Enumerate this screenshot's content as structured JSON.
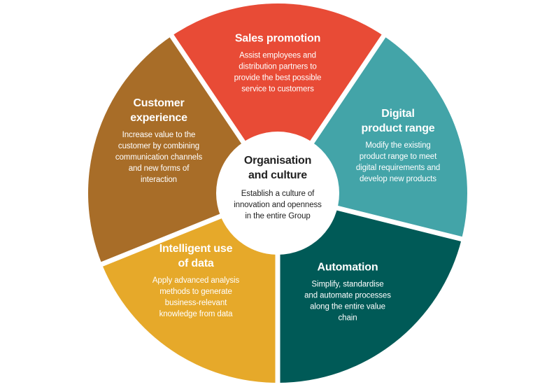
{
  "colors": {
    "sales": "#e84b36",
    "digital": "#43a4a8",
    "automation": "#005a57",
    "data": "#e6a92a",
    "customer": "#a86d28",
    "center": "#ffffff",
    "separator": "#ffffff"
  },
  "center": {
    "title": "Organisation\nand culture",
    "desc": "Establish a culture of\ninnovation and openness\nin the entire Group"
  },
  "segments": [
    {
      "key": "sales",
      "title": "Sales promotion",
      "desc": "Assist employees and\ndistribution partners to\nprovide the best possible\nservice to customers"
    },
    {
      "key": "digital",
      "title": "Digital\nproduct range",
      "desc": "Modify the existing\nproduct range to meet\ndigital requirements and\ndevelop new products"
    },
    {
      "key": "automation",
      "title": "Automation",
      "desc": "Simplify, standardise\nand automate processes\nalong the entire value\nchain"
    },
    {
      "key": "data",
      "title": "Intelligent use\nof data",
      "desc": "Apply advanced analysis\nmethods to generate\nbusiness-relevant\nknowledge from data"
    },
    {
      "key": "customer",
      "title": "Customer\nexperience",
      "desc": "Increase value to the\ncustomer by combining\ncommunication channels\nand new forms of\ninteraction"
    }
  ]
}
